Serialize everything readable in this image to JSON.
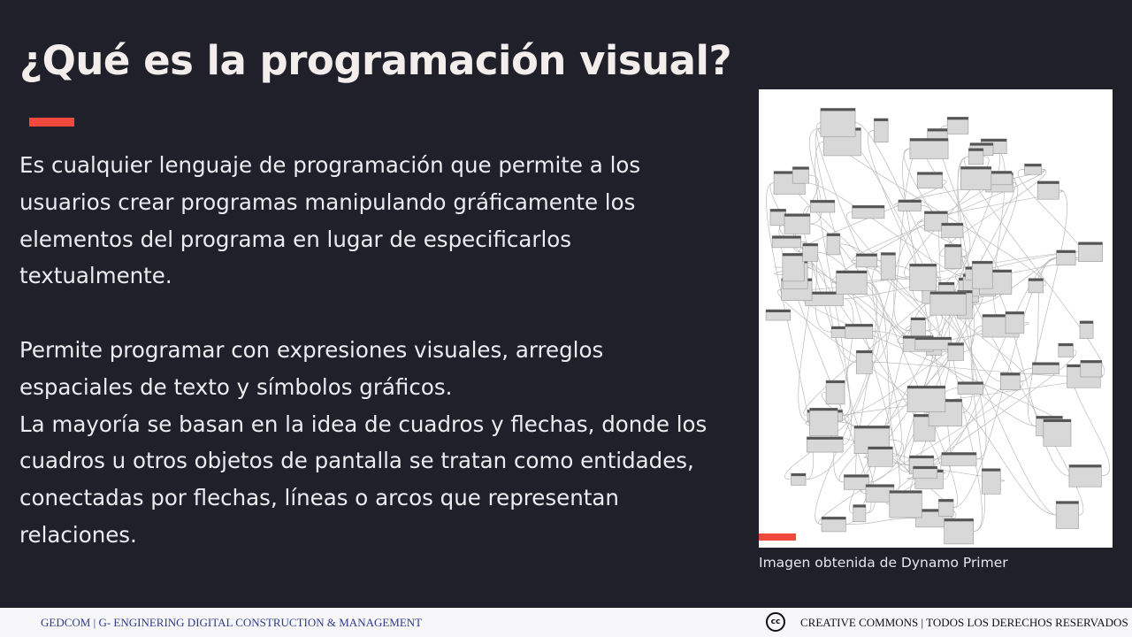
{
  "slide": {
    "title": "¿Qué es la programación visual?",
    "paragraphs": [
      "Es cualquier lenguaje de programación que permite a los usuarios crear programas manipulando gráficamente los elementos del programa en lugar de especificarlos textualmente.",
      "Permite programar con expresiones visuales, arreglos espaciales de texto y símbolos gráficos.",
      "La mayoría se basan en la idea de cuadros y flechas, donde los cuadros u otros objetos de pantalla se tratan como entidades, conectadas por flechas, líneas o arcos que representan relaciones."
    ],
    "image_caption": "Imagen obtenida de Dynamo Primer",
    "accent_color": "#f04a3c"
  },
  "footer": {
    "left_text": "GEDCOM | G- ENGINERING DIGITAL CONSTRUCTION & MANAGEMENT",
    "license_icon": "creative-commons-icon",
    "license_icon_text": "cc",
    "right_text": "CREATIVE COMMONS | TODOS LOS DERECHOS RESERVADOS"
  }
}
